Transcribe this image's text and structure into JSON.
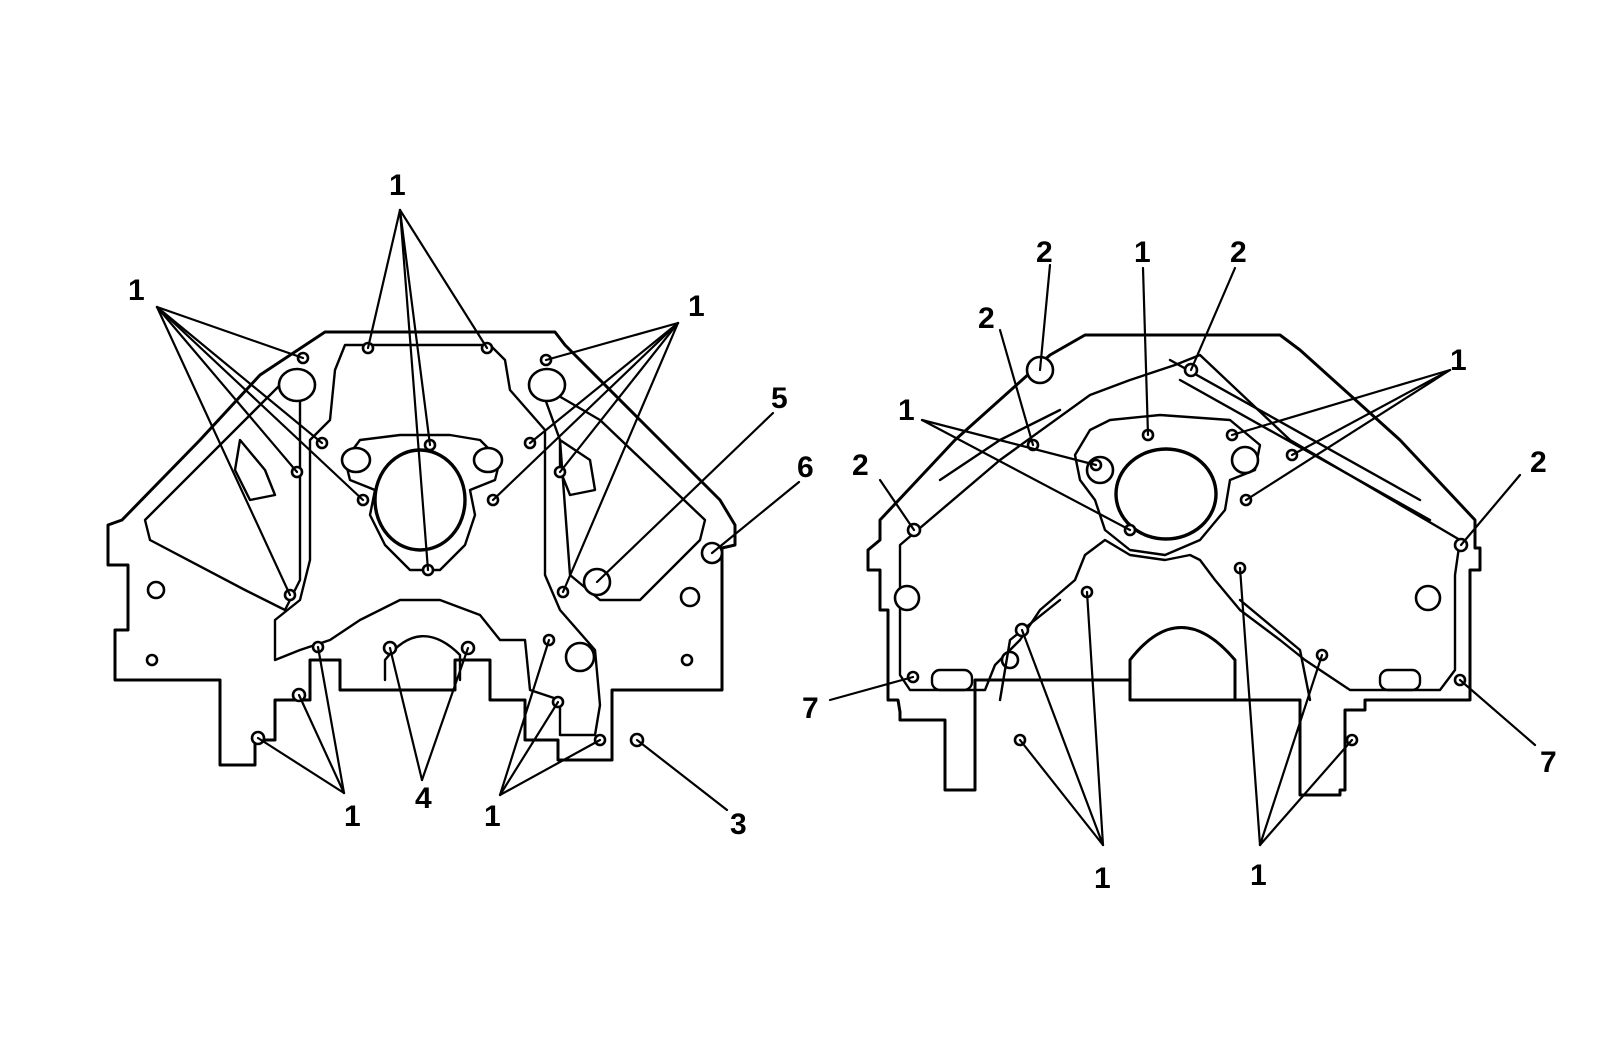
{
  "callouts": {
    "front": {
      "top_center": "1",
      "top_left": "1",
      "top_right": "1",
      "label_5": "5",
      "label_6": "6",
      "bottom_left": "1",
      "label_4": "4",
      "bottom_mid": "1",
      "label_3": "3"
    },
    "rear": {
      "top_2a": "2",
      "top_1": "1",
      "top_2b": "2",
      "left_2": "2",
      "left_1": "1",
      "right_1": "1",
      "side_2_left": "2",
      "side_2_right": "2",
      "label_7_left": "7",
      "label_7_right": "7",
      "bottom_left_1": "1",
      "bottom_right_1": "1"
    }
  }
}
